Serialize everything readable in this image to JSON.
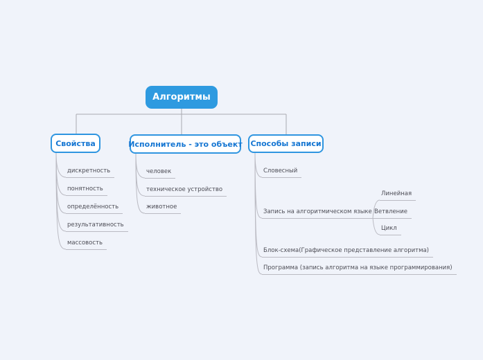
{
  "canvas": {
    "background": "#f0f3fa"
  },
  "colors": {
    "root_fill": "#2e9ae0",
    "root_text": "#ffffff",
    "branch_border": "#2e95e0",
    "branch_text": "#1576d2",
    "leaf_text": "#4c4c55",
    "tree_line": "#a9a9b0",
    "branch_line": "#babac2"
  },
  "mindmap": {
    "root": {
      "label": "Алгоритмы"
    },
    "branches": [
      {
        "label": "Свойства",
        "children": [
          {
            "label": "дискретность"
          },
          {
            "label": "понятность"
          },
          {
            "label": "определённость"
          },
          {
            "label": "результативность"
          },
          {
            "label": "массовость"
          }
        ]
      },
      {
        "label": "Исполнитель - это объект",
        "children": [
          {
            "label": "человек"
          },
          {
            "label": "техническое устройство"
          },
          {
            "label": "животное"
          }
        ]
      },
      {
        "label": "Способы записи",
        "children": [
          {
            "label": "Словесный"
          },
          {
            "label": "Запись на алгоритмическом языке",
            "children": [
              {
                "label": "Линейная"
              },
              {
                "label": "Ветвление"
              },
              {
                "label": "Цикл"
              }
            ]
          },
          {
            "label": "Блок-схема(Графическое представление алгоритма)"
          },
          {
            "label": "Программа (запись алгоритма на языке программирования)"
          }
        ]
      }
    ]
  }
}
